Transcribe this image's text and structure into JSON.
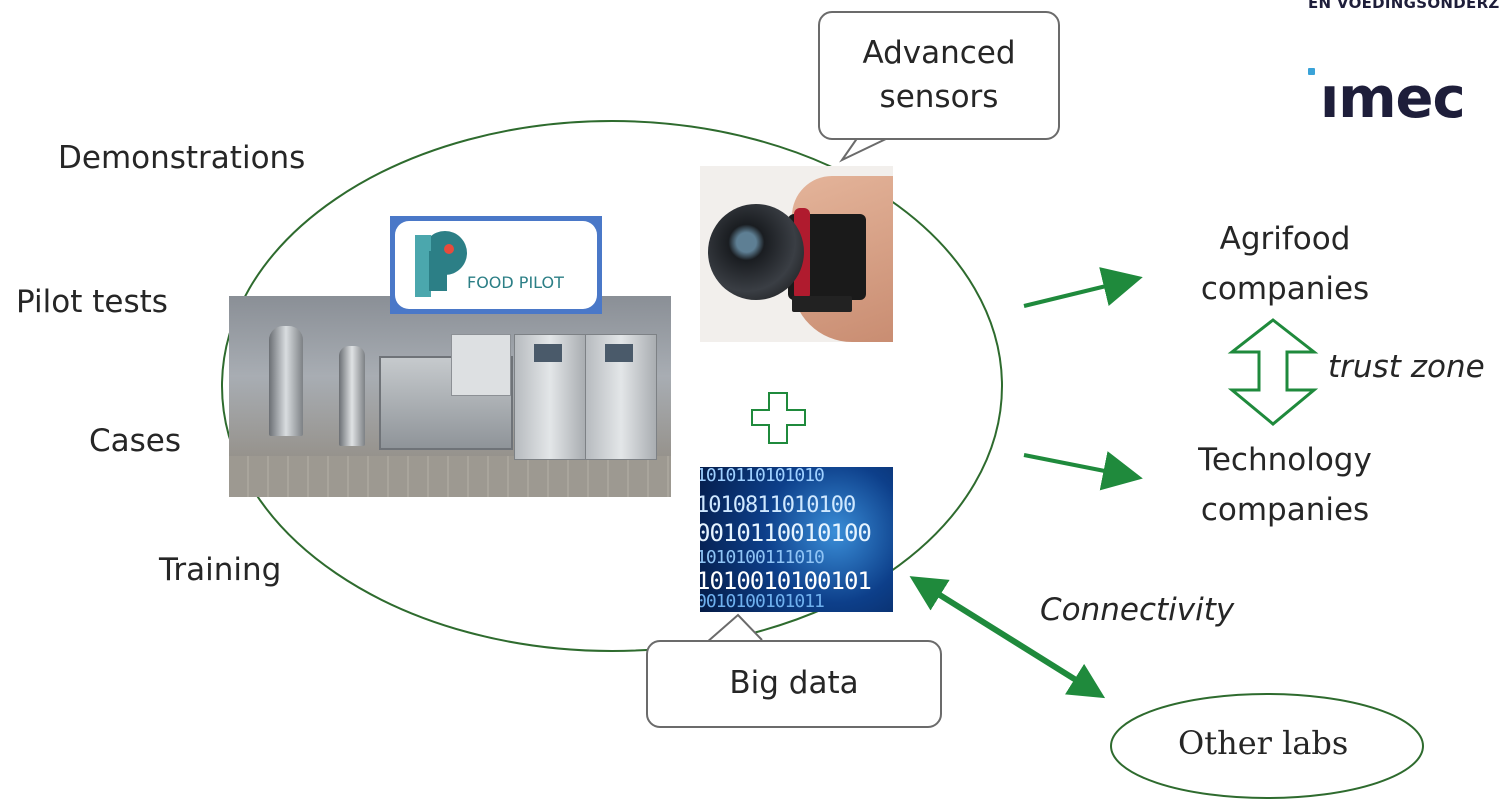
{
  "header": {
    "fragment_text": "EN VOEDINGSONDERZ"
  },
  "logo": {
    "text": "ımec"
  },
  "activities": [
    "Demonstrations",
    "Pilot tests",
    "Cases",
    "Training"
  ],
  "callouts": {
    "sensors": "Advanced\nsensors",
    "big_data": "Big data"
  },
  "food_pilot": {
    "label": "FOOD PILOT"
  },
  "stakeholders": {
    "agrifood": "Agrifood\ncompanies",
    "technology": "Technology\ncompanies",
    "trust": "trust zone"
  },
  "connectivity": {
    "label": "Connectivity",
    "other_labs": "Other labs"
  },
  "binary": {
    "rows": [
      "1010110101010",
      "1010811010100",
      "0010110010100",
      "1010100111010",
      "1010010100101",
      "0010100101011"
    ]
  },
  "colors": {
    "green": "#1f8a3c",
    "outline": "#2e6b2e",
    "callout_border": "#6b6b6b"
  }
}
